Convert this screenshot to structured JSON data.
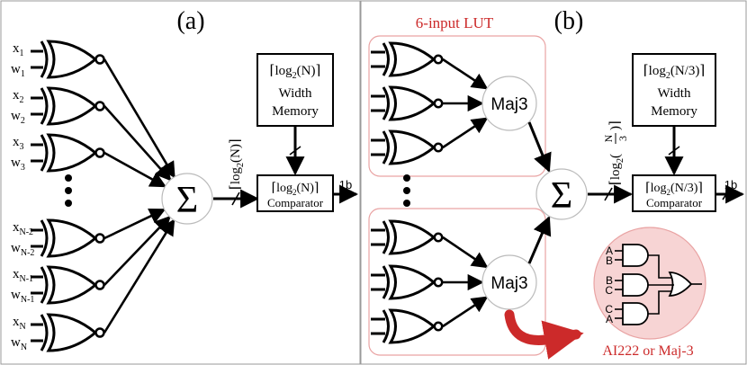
{
  "panel_a": {
    "label": "(a)",
    "inputs": [
      {
        "x": "x",
        "xs": "1",
        "w": "w",
        "ws": "1"
      },
      {
        "x": "x",
        "xs": "2",
        "w": "w",
        "ws": "2"
      },
      {
        "x": "x",
        "xs": "3",
        "w": "w",
        "ws": "3"
      },
      {
        "x": "x",
        "xs": "N-2",
        "w": "w",
        "ws": "N-2"
      },
      {
        "x": "x",
        "xs": "N-1",
        "w": "w",
        "ws": "N-1"
      },
      {
        "x": "x",
        "xs": "N",
        "w": "w",
        "ws": "N"
      }
    ],
    "sum_symbol": "Σ",
    "bus_label_pre": "⌈log",
    "bus_label_sub": "2",
    "bus_label_post": "(N)⌉",
    "memory_top_pre": "⌈log",
    "memory_top_sub": "2",
    "memory_top_post": "(N)⌉",
    "memory_line1": "Width",
    "memory_line2": "Memory",
    "comparator_top_pre": "⌈log",
    "comparator_top_sub": "2",
    "comparator_top_post": "(N)⌉",
    "comparator_label": "Comparator",
    "output_label": "1b"
  },
  "panel_b": {
    "label": "(b)",
    "lut_label": "6-input LUT",
    "maj_label": "Maj3",
    "sum_symbol": "Σ",
    "bus_label_pre": "⌈log",
    "bus_label_sub": "2",
    "bus_label_frac_num": "N",
    "bus_label_frac_den": "3",
    "bus_label_post": "⌉",
    "memory_top_pre": "⌈log",
    "memory_top_sub": "2",
    "memory_top_post": "(N/3)⌉",
    "memory_line1": "Width",
    "memory_line2": "Memory",
    "comparator_top_pre": "⌈log",
    "comparator_top_sub": "2",
    "comparator_top_post": "(N/3)⌉",
    "comparator_label": "Comparator",
    "output_label": "1b",
    "inset_inputs": [
      "A",
      "B",
      "B",
      "C",
      "C",
      "A"
    ],
    "inset_caption": "AI222 or Maj-3"
  },
  "colors": {
    "accent_red": "#cc2a2a",
    "inset_fill": "#f7d4d4",
    "lut_border": "#e9a3a3"
  }
}
